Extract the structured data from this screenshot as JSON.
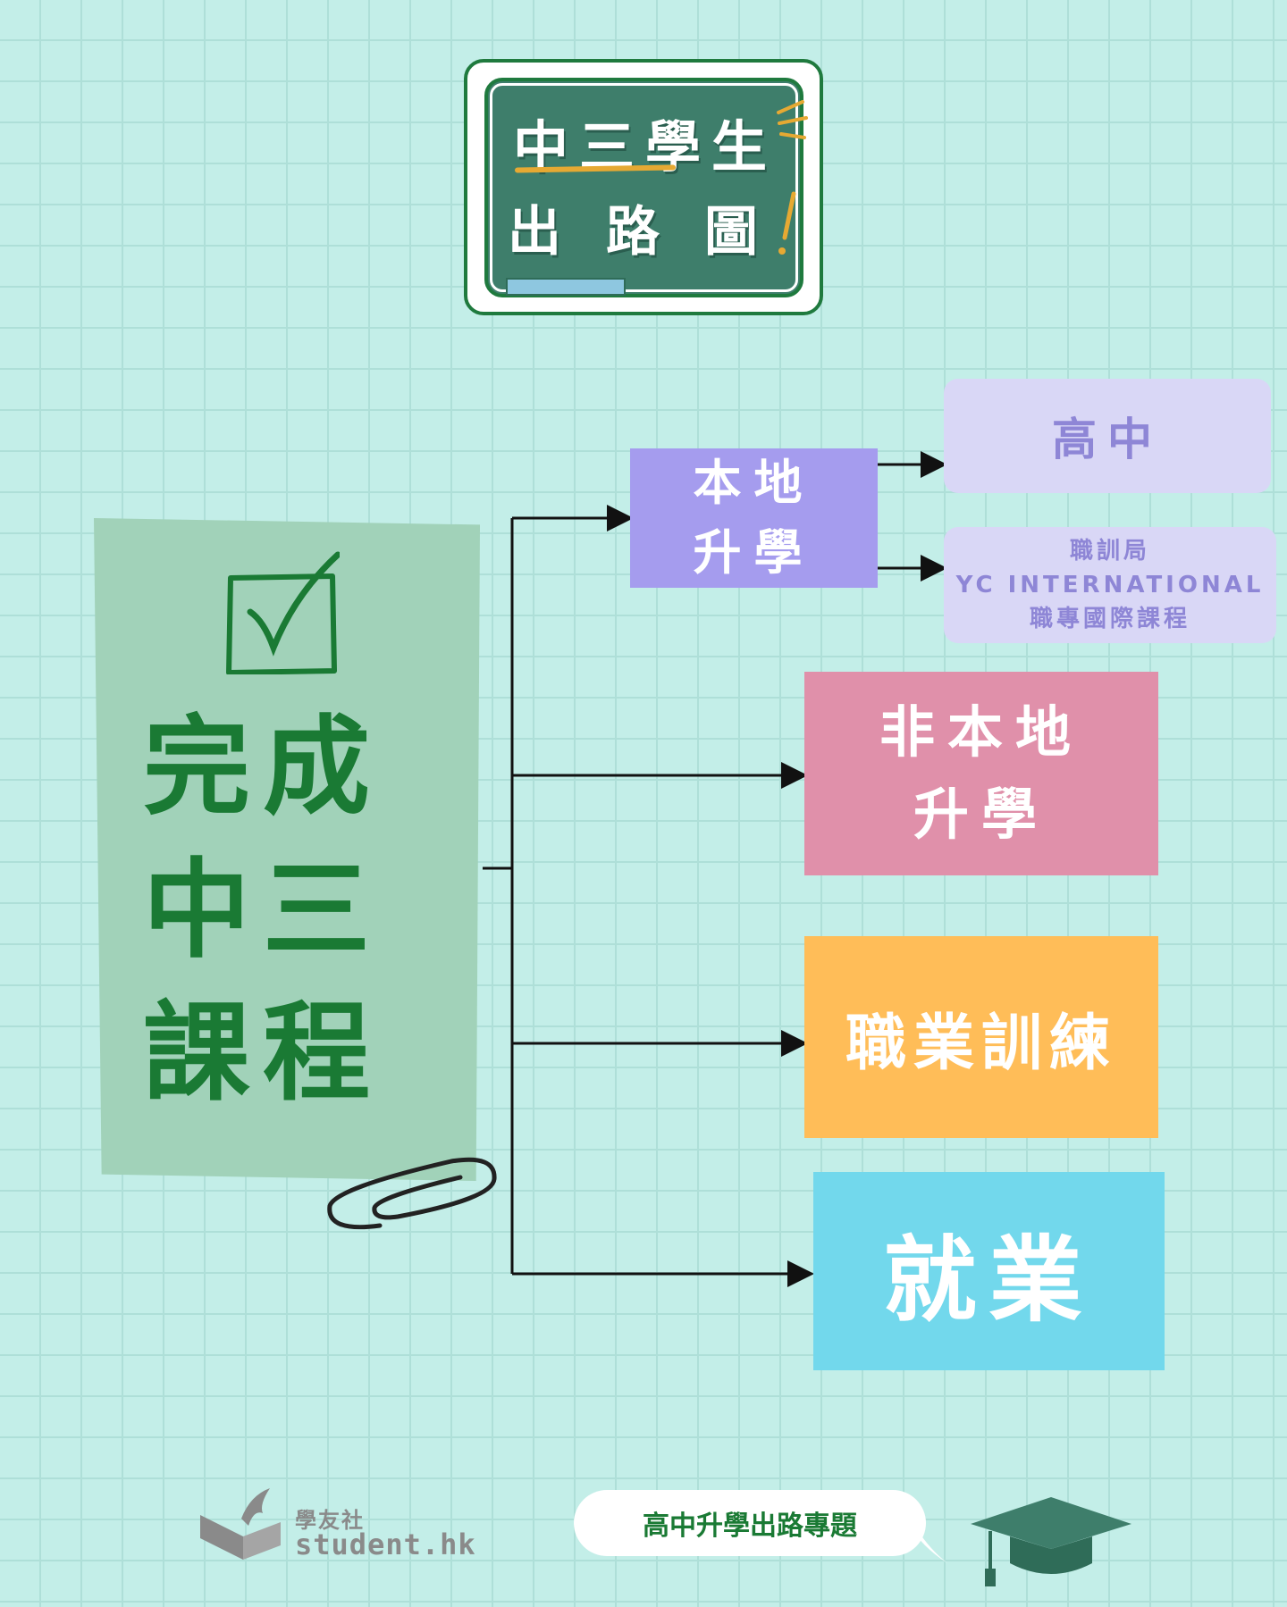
{
  "title": {
    "line1": "中三學生",
    "line2": "出路圖"
  },
  "main": {
    "lines": [
      "完成",
      "中三",
      "課程"
    ]
  },
  "options": {
    "local": {
      "lines": [
        "本地",
        "升學"
      ]
    },
    "non_local": {
      "lines": [
        "非本地",
        "升學"
      ]
    },
    "vocational": {
      "label": "職業訓練"
    },
    "employment": {
      "label": "就業"
    }
  },
  "sub_options": {
    "high_school": {
      "label": "高中"
    },
    "vtc": {
      "lines": [
        "職訓局",
        "YC INTERNATIONAL",
        "職專國際課程"
      ]
    }
  },
  "footer": {
    "logo_cn": "學友社",
    "logo_en": "student.hk",
    "bubble": "高中升學出路專題"
  },
  "colors": {
    "background": "#c3eee8",
    "main_box": "#a1d2b9",
    "main_text": "#1a7a34",
    "local": "#a59cee",
    "non_local": "#e090aa",
    "vocational": "#ffbd58",
    "employment": "#72d8ec",
    "sub_box": "#d9d7f6",
    "chalkboard": "#3e7e6b"
  },
  "icons": [
    "spark-icon",
    "exclaim-icon",
    "check-icon",
    "paperclip-icon",
    "logo-icon",
    "graduation-cap-icon"
  ]
}
